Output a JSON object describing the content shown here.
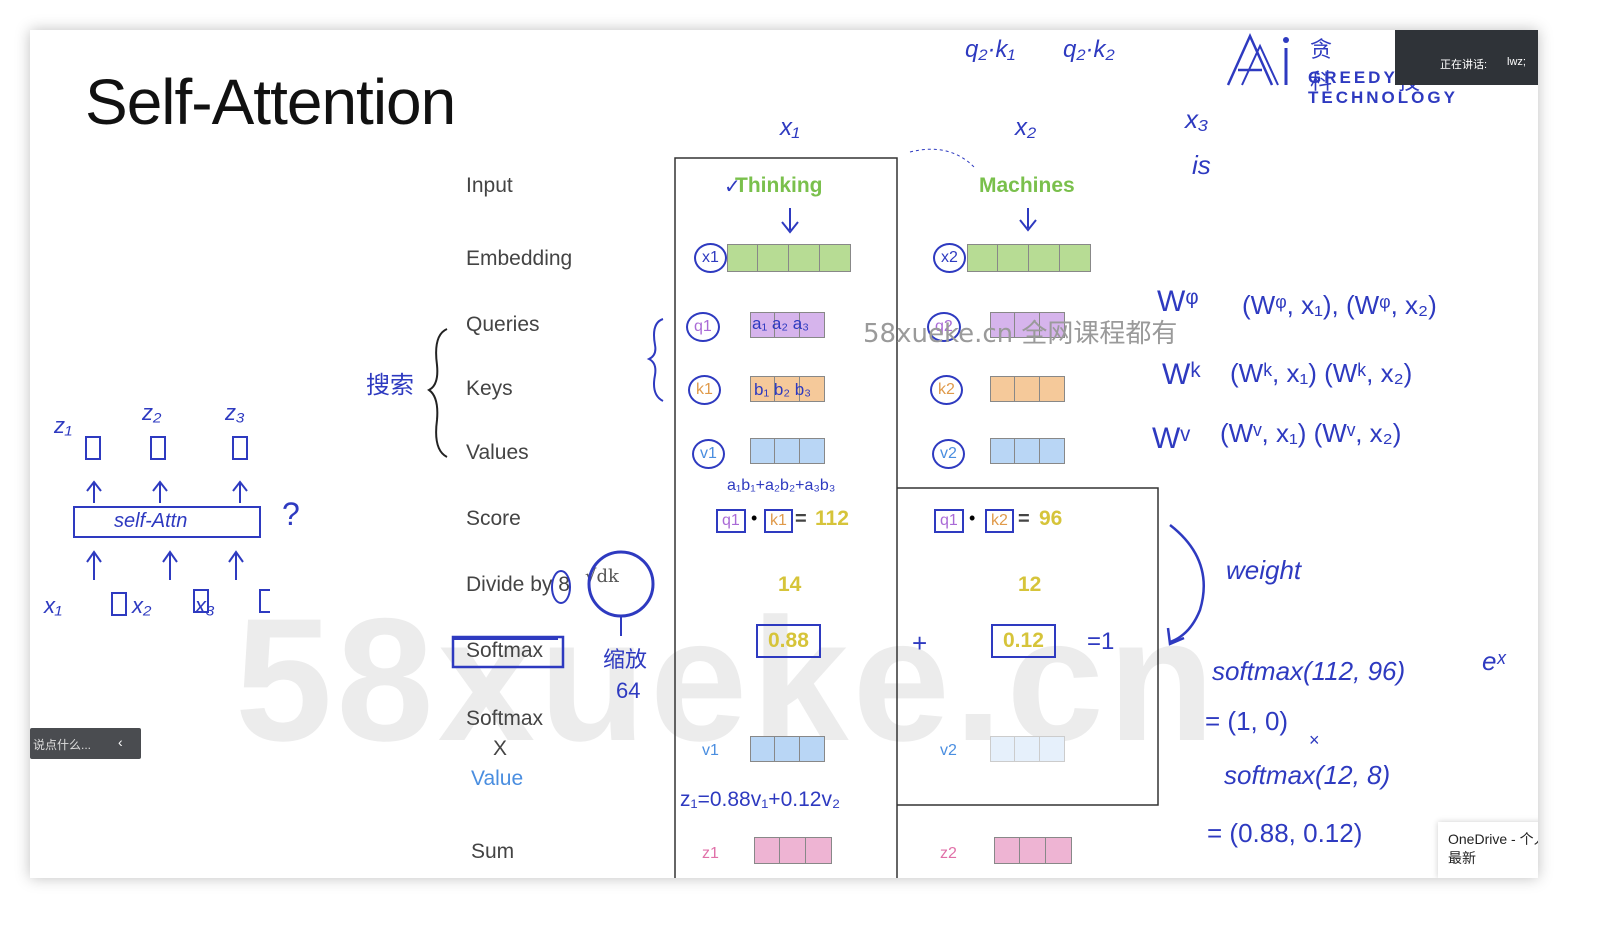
{
  "slide": {
    "title": "Self-Attention",
    "rows": {
      "input": "Input",
      "embedding": "Embedding",
      "queries": "Queries",
      "keys": "Keys",
      "values": "Values",
      "score": "Score",
      "divide": "Divide by 8",
      "softmax": "Softmax",
      "softmax_x_value_1": "Softmax",
      "softmax_x_value_2": "X",
      "softmax_x_value_3": "Value",
      "sum": "Sum"
    },
    "words": [
      "Thinking",
      "Machines"
    ],
    "vector_labels": {
      "x1": "x1",
      "x2": "x2",
      "q1": "q1",
      "q2": "q2",
      "k1": "k1",
      "k2": "k2",
      "v1": "v1",
      "v2": "v2",
      "z1": "z1",
      "z2": "z2"
    },
    "scores": {
      "s1": "112",
      "s2": "96"
    },
    "divided": {
      "d1": "14",
      "d2": "12"
    },
    "softmax_values": {
      "p1": "0.88",
      "p2": "0.12"
    },
    "sqrt_dk": "√dk",
    "dot": "•",
    "equals": "="
  },
  "annotations": {
    "q2k1": "q₂·k₁",
    "q2k2": "q₂·k₂",
    "x1_top": "x₁",
    "x2_top": "x₂",
    "x3": "x₃",
    "is": "is",
    "q_vals": "a₁ a₂ a₃",
    "k_vals": "b₁ b₂ b₃",
    "dot_expand": "a₁b₁+a₂b₂+a₃b₃",
    "search": "搜索",
    "scale": "缩放",
    "sixty_four": "64",
    "weight": "weight",
    "plus": "+",
    "eq_one": "=1",
    "z1_formula": "z₁=0.88v₁+0.12v₂",
    "wq": "Wᵠ",
    "wk": "Wᵏ",
    "wv": "Wᵛ",
    "wq_pairs": "(Wᵠ, x₁), (Wᵠ, x₂)",
    "wk_pairs": "(Wᵏ, x₁) (Wᵏ, x₂)",
    "wv_pairs": "(Wᵛ, x₁) (Wᵛ, x₂)",
    "softmax_line1": "softmax(112, 96)",
    "ex": "eˣ",
    "softmax_line2": "= (1, 0)",
    "x_mark": "×",
    "softmax_line3": "softmax(12, 8)",
    "softmax_line4": "= (0.88, 0.12)",
    "z1": "z₁",
    "z2": "z₂",
    "z3": "z₃",
    "self_attn": "self-Attn",
    "question": "?",
    "x1": "x₁",
    "x2": "x₂",
    "x3b": "x₃"
  },
  "watermarks": {
    "big": "58xueke.cn",
    "small": "58xueke.cn 全网课程都有"
  },
  "brand": {
    "cn": "贪 心 科 技",
    "en": "GREEDY TECHNOLOGY"
  },
  "zoom": {
    "speaking": "正在讲话:",
    "name": "lwz;"
  },
  "chat": {
    "placeholder": "说点什么...",
    "collapse": "‹"
  },
  "toast": {
    "text": "OneDrive - 个人 最新"
  },
  "colors": {
    "embedding": "#b7dc94",
    "query": "#d6b4ec",
    "key": "#f5c99a",
    "value": "#b9d6f5",
    "sum": "#eeb4d3",
    "ink": "#2e3ac0",
    "word_green": "#7ac04c",
    "score_yellow": "#d6c43a"
  }
}
